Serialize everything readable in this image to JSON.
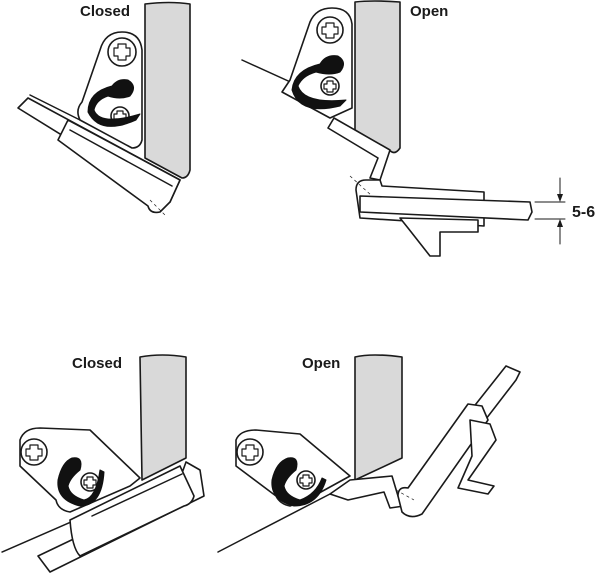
{
  "figure": {
    "description": "Concealed hinge technical drawing: door closed and open positions for two mounting variants",
    "colors": {
      "line": "#1a1a1a",
      "panel_fill": "#d9d9d9",
      "background": "#ffffff",
      "spring_arm": "#111111"
    },
    "panels": [
      {
        "id": "top-left",
        "label": "Closed",
        "state": "closed"
      },
      {
        "id": "top-right",
        "label": "Open",
        "state": "open",
        "dimension_label": "5-6"
      },
      {
        "id": "bottom-left",
        "label": "Closed",
        "state": "closed"
      },
      {
        "id": "bottom-right",
        "label": "Open",
        "state": "open"
      }
    ]
  }
}
